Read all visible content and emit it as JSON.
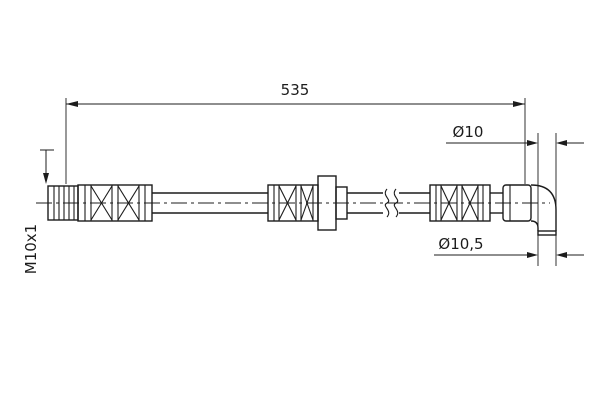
{
  "drawing": {
    "length_dim": "535",
    "top_diameter": "Ø10",
    "bottom_diameter": "Ø10,5",
    "thread_label": "M10x1",
    "line_color": "#1c1c1c",
    "background_color": "#ffffff"
  }
}
